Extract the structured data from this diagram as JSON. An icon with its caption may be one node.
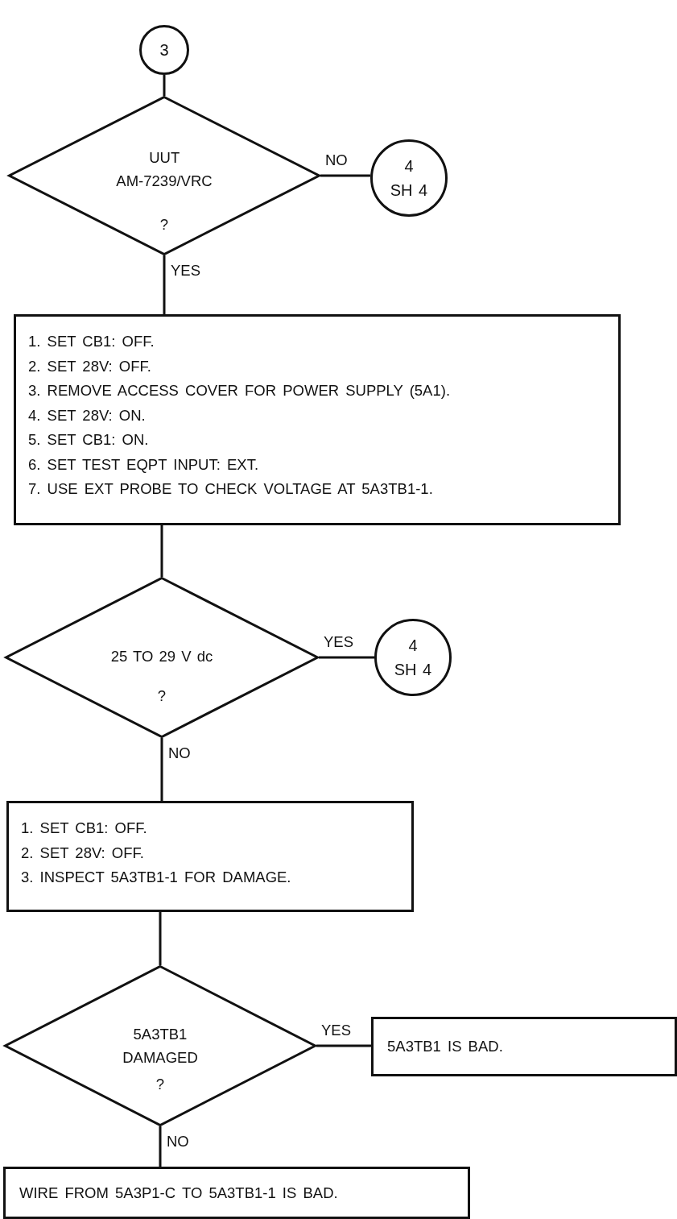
{
  "diagram": {
    "nodes": [
      {
        "text": [
          "3"
        ]
      },
      {
        "text": [
          "UUT AM-7239/VRC",
          "?"
        ]
      },
      {
        "text": [
          "4",
          "SH 4"
        ]
      },
      {
        "text": [
          "1. SET CB1:  OFF.",
          "2. SET 28V:  OFF.",
          "3. REMOVE ACCESS COVER FOR POWER SUPPLY (5A1).",
          "4. SET 28V:  ON.",
          "5. SET CB1:  ON.",
          "6. SET TEST EQPT INPUT:  EXT.",
          "7. USE EXT PROBE TO CHECK VOLTAGE AT 5A3TB1-1."
        ]
      },
      {
        "text": [
          "25 TO 29 V dc",
          "?"
        ]
      },
      {
        "text": [
          "4",
          "SH 4"
        ]
      },
      {
        "text": [
          "1. SET CB1:  OFF.",
          "2. SET 28V:  OFF.",
          "3. INSPECT 5A3TB1-1 FOR DAMAGE."
        ]
      },
      {
        "text": [
          "5A3TB1 DAMAGED",
          "?"
        ]
      },
      {
        "text": [
          "5A3TB1 IS BAD."
        ]
      },
      {
        "text": [
          "WIRE FROM 5A3P1-C TO 5A3TB1-1 IS BAD."
        ]
      }
    ],
    "edges": [
      {
        "from": 0,
        "to": 1,
        "arrow": "none"
      },
      {
        "from": 1,
        "to": 2,
        "arrow": "none",
        "label": "NO"
      },
      {
        "from": 1,
        "to": 3,
        "arrow": "none",
        "label": "YES"
      },
      {
        "from": 3,
        "to": 4,
        "arrow": "none"
      },
      {
        "from": 4,
        "to": 5,
        "arrow": "none",
        "label": "YES"
      },
      {
        "from": 4,
        "to": 6,
        "arrow": "none",
        "label": "NO"
      },
      {
        "from": 6,
        "to": 7,
        "arrow": "none"
      },
      {
        "from": 7,
        "to": 8,
        "arrow": "none",
        "label": "YES"
      },
      {
        "from": 7,
        "to": 9,
        "arrow": "none",
        "label": "NO"
      }
    ]
  }
}
